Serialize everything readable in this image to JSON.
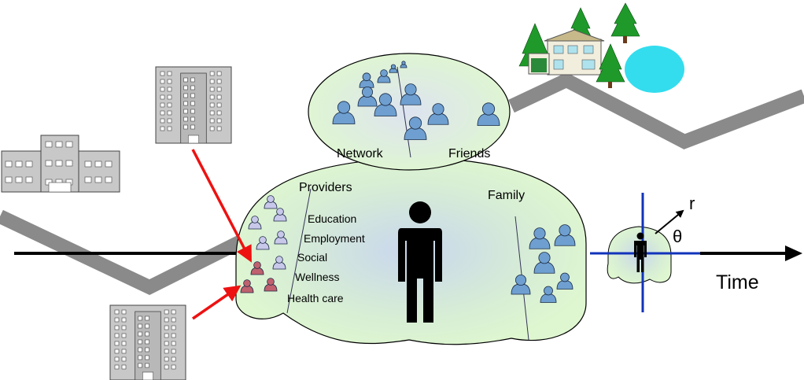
{
  "labels": {
    "network": "Network",
    "friends": "Friends",
    "providers": "Providers",
    "family": "Family",
    "time": "Time",
    "r": "r",
    "theta": "θ"
  },
  "services": [
    "Education",
    "Employment",
    "Social",
    "Wellness",
    "Health care"
  ],
  "colors": {
    "bubble_fill": "#d9f5d0",
    "bubble_stroke": "#000000",
    "person_blue": "#6e9fd0",
    "person_red": "#c0606e",
    "person_lavender": "#c8c8ea",
    "road_gray": "#8a8a8a",
    "arrow_red": "#ee1111",
    "axis_blue": "#1133bb",
    "building_gray": "#c8c8c8",
    "tree_green": "#1f9a2a",
    "pond_cyan": "#33ddee"
  }
}
